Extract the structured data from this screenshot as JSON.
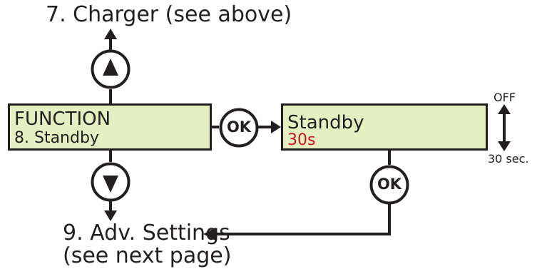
{
  "top_label": "7. Charger (see above)",
  "function_screen": {
    "line1": "FUNCTION",
    "line2": "8. Standby"
  },
  "standby_screen": {
    "line1": "Standby",
    "line2": "30s"
  },
  "ok_buttons": {
    "middle": "OK",
    "lower": "OK"
  },
  "range": {
    "max": "OFF",
    "min": "30 sec."
  },
  "bottom_label": {
    "line1": "9. Adv. Settings",
    "line2": "(see next page)"
  },
  "icons": {
    "up": "up-triangle-icon",
    "down": "down-triangle-icon",
    "range": "double-arrow-icon"
  },
  "colors": {
    "lcd_bg": "#e4f0c2",
    "value_red": "#c4161c",
    "stroke": "#231f20"
  }
}
